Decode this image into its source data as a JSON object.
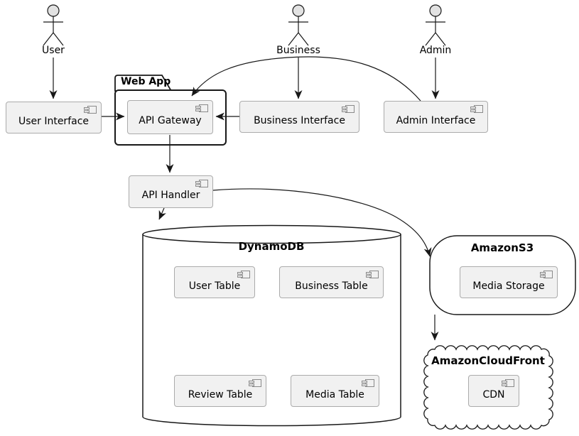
{
  "actors": [
    {
      "label": "User"
    },
    {
      "label": "Business"
    },
    {
      "label": "Admin"
    }
  ],
  "package": {
    "label": "Web App"
  },
  "components": [
    {
      "label": "User Interface"
    },
    {
      "label": "API Gateway"
    },
    {
      "label": "Business Interface"
    },
    {
      "label": "Admin Interface"
    },
    {
      "label": "API Handler"
    },
    {
      "label": "User Table"
    },
    {
      "label": "Business Table"
    },
    {
      "label": "Review Table"
    },
    {
      "label": "Media Table"
    },
    {
      "label": "Media Storage"
    },
    {
      "label": "CDN"
    }
  ],
  "containers": {
    "dynamodb": {
      "label": "DynamoDB",
      "shape": "database-cylinder"
    },
    "amazons3": {
      "label": "AmazonS3",
      "shape": "rounded-node"
    },
    "cloudfront": {
      "label": "AmazonCloudFront",
      "shape": "cloud"
    }
  },
  "connectors": [
    {
      "from": "User",
      "to": "User Interface"
    },
    {
      "from": "Business",
      "to": "Business Interface"
    },
    {
      "from": "Admin",
      "to": "Admin Interface"
    },
    {
      "from": "User Interface",
      "to": "API Gateway"
    },
    {
      "from": "Business Interface",
      "to": "API Gateway"
    },
    {
      "from": "Admin Interface",
      "to": "API Gateway"
    },
    {
      "from": "API Gateway",
      "to": "API Handler"
    },
    {
      "from": "API Handler",
      "to": "DynamoDB"
    },
    {
      "from": "API Handler",
      "to": "AmazonS3"
    },
    {
      "from": "AmazonS3",
      "to": "AmazonCloudFront"
    }
  ],
  "colors": {
    "background": "#FFFFFF",
    "component_fill": "#F1F1F1",
    "component_border": "#ABABAB",
    "line": "#181818",
    "actor_head_fill": "#E2E2E2"
  }
}
